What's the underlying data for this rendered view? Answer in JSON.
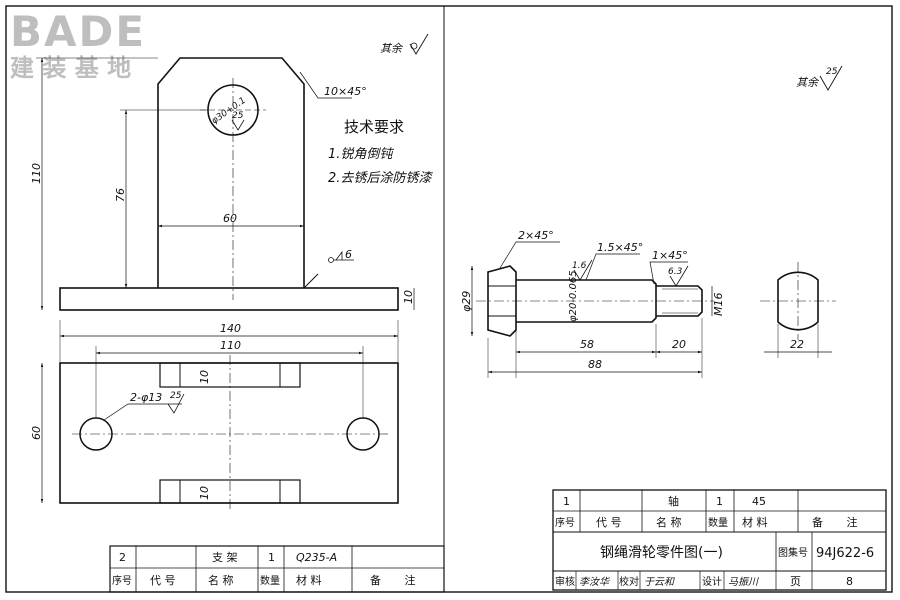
{
  "watermark": {
    "brand": "BADE",
    "subtitle": "建 装 基 地"
  },
  "left_part": {
    "roughness_rest_label": "其余",
    "tech_req_title": "技术要求",
    "tech_req_items": [
      "1.锐角倒钝",
      "2.去锈后涂防锈漆"
    ],
    "chamfer": "10×45°",
    "hole_dim": "φ30+0.1",
    "hole_roughness": "25",
    "weld_symbol": "6",
    "dims": {
      "height_110": "110",
      "height_76": "76",
      "width_60": "60",
      "plate_thk": "10",
      "len_140": "140",
      "len_110": "110",
      "slot_10_top": "10",
      "slot_10_bottom": "10",
      "holes": "2-φ13",
      "holes_roughness": "25",
      "width_60_plan": "60"
    }
  },
  "right_part": {
    "roughness_rest_label": "其余",
    "roughness_rest_value": "25",
    "chamfer_a": "2×45°",
    "chamfer_b": "1.5×45°",
    "chamfer_c": "1×45°",
    "rough_a": "1.6",
    "rough_b": "6.3",
    "dims": {
      "head_dia": "φ29",
      "shaft_dia": "φ20-0.065",
      "thread": "M16",
      "len_58": "58",
      "len_20": "20",
      "len_88": "88",
      "flat_22": "22"
    }
  },
  "left_title_block": {
    "row": {
      "no": "2",
      "code": "",
      "name": "支 架",
      "qty": "1",
      "material": "Q235-A",
      "remark": ""
    },
    "headers": {
      "no": "序号",
      "code": "代 号",
      "name": "名 称",
      "qty": "数量",
      "material": "材 料",
      "remark": "备 注"
    }
  },
  "right_title_block": {
    "row": {
      "no": "1",
      "code": "",
      "name": "轴",
      "qty": "1",
      "material": "45",
      "remark": ""
    },
    "headers": {
      "no": "序号",
      "code": "代 号",
      "name": "名 称",
      "qty": "数量",
      "material": "材 料",
      "remark": "备 注"
    },
    "drawing_title": "钢绳滑轮零件图(一)",
    "atlas_label": "图集号",
    "atlas_no": "94J622-6",
    "sign_row": {
      "review_label": "审核",
      "review_name": "李汝华",
      "check_label": "校对",
      "check_name": "于云和",
      "design_label": "设计",
      "design_name": "马振川",
      "page_label": "页",
      "page_no": "8"
    }
  }
}
